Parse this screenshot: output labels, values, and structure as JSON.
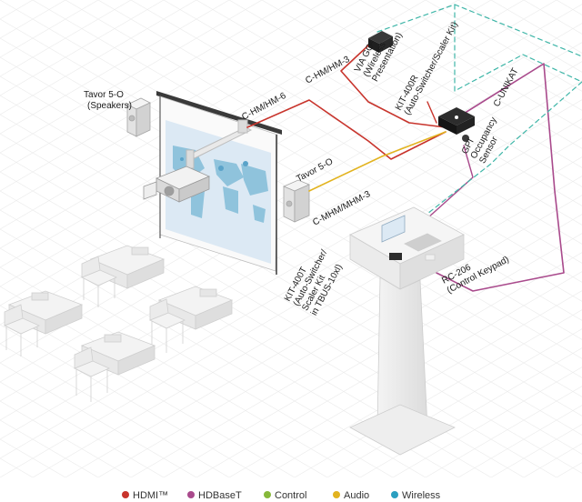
{
  "labels": {
    "speakers_left": [
      "Tavor 5-O",
      "(Speakers)"
    ],
    "cable_hdmi_6": "C-HM/HM-6",
    "cable_hdmi_3": "C-HM/HM-3",
    "via_go": [
      "VIA GO²",
      "(Wireless",
      "Presentation)"
    ],
    "kit_400r": [
      "KIT-400R",
      "(Auto-Switcher/Scaler Kit)"
    ],
    "c_unikat": "C-UNIKAT",
    "gpi_sensor": [
      "GPI",
      "Occupancy",
      "Sensor"
    ],
    "tavor_right": "Tavor 5-O",
    "cable_mhm": "C-MHM/MHM-3",
    "kit_400t": [
      "KIT-400T",
      "(Auto-Switcher/",
      "Scaler Kit",
      "in TBUS-10xl)"
    ],
    "rc_206": [
      "RC-206",
      "(Control Keypad)"
    ]
  },
  "legend": [
    {
      "label": "HDMI™",
      "color": "#c8342c"
    },
    {
      "label": "HDBaseT",
      "color": "#a94a8c"
    },
    {
      "label": "Control",
      "color": "#86b83a"
    },
    {
      "label": "Audio",
      "color": "#e2b31f"
    },
    {
      "label": "Wireless",
      "color": "#2b9fc0"
    }
  ],
  "colors": {
    "hdmi": "#c8342c",
    "hdbaset": "#a94a8c",
    "control": "#86b83a",
    "audio": "#e2b31f",
    "wireless_dashed": "#3fb6a8"
  }
}
